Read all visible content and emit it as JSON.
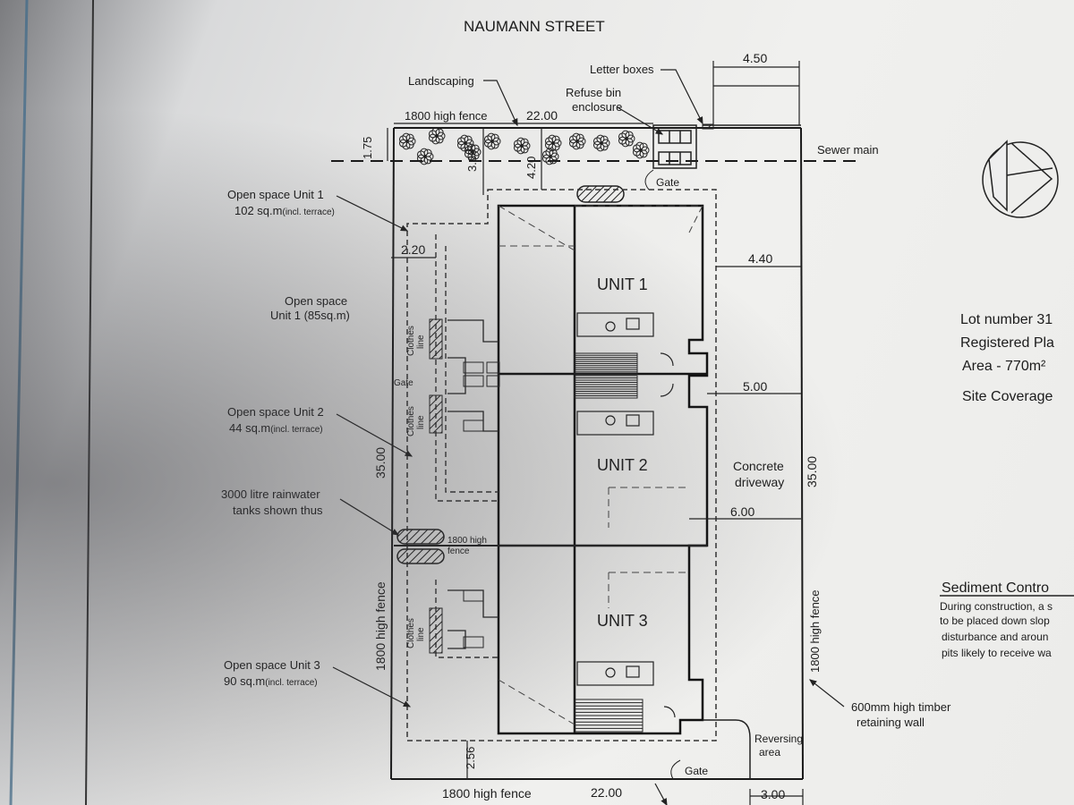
{
  "street": "NAUMANN STREET",
  "labels": {
    "landscaping": "Landscaping",
    "letter_boxes": "Letter boxes",
    "refuse_bin_1": "Refuse bin",
    "refuse_bin_2": "enclosure",
    "fence_top": "1800 high fence",
    "sewer_main": "Sewer main",
    "gate_top": "Gate",
    "gate_left": "Gate",
    "gate_bottom": "Gate",
    "open_u1_a": "Open space Unit 1",
    "open_u1_b": "102 sq.m",
    "open_u1_b_small": "(incl. terrace)",
    "open_u1_c": "Open space",
    "open_u1_d": "Unit 1 (85sq.m)",
    "open_u2_a": "Open space Unit 2",
    "open_u2_b": "44 sq.m",
    "open_u2_b_small": "(incl. terrace)",
    "tanks_a": "3000 litre rainwater",
    "tanks_b": "tanks shown thus",
    "open_u3_a": "Open space Unit 3",
    "open_u3_b": "90 sq.m",
    "open_u3_b_small": "(incl. terrace)",
    "fence_left": "1800 high fence",
    "fence_right": "1800 high fence",
    "fence_bottom": "1800 high fence",
    "fence_mid_a": "1800 high",
    "fence_mid_b": "fence",
    "clothes_a": "Clothes",
    "clothes_b": "line",
    "unit1": "UNIT 1",
    "unit2": "UNIT 2",
    "unit3": "UNIT 3",
    "concrete_a": "Concrete",
    "concrete_b": "driveway",
    "reversing_a": "Reversing",
    "reversing_b": "area",
    "retaining_a": "600mm high timber",
    "retaining_b": "retaining wall"
  },
  "dimensions": {
    "d450": "4.50",
    "d2200_top": "22.00",
    "d175": "1.75",
    "d360": "3.60",
    "d420": "4.20",
    "d220": "2.20",
    "d440": "4.40",
    "d500": "5.00",
    "d3500_left": "35.00",
    "d3500_right": "35.00",
    "d600": "6.00",
    "d256": "2.56",
    "d2200_bottom": "22.00",
    "d300": "3.00"
  },
  "info": {
    "lot": "Lot number 31",
    "registered": "Registered Pla",
    "area": "Area - 770m²",
    "coverage": "Site Coverage",
    "sediment_title": "Sediment Contro",
    "sediment_1": "During construction, a s",
    "sediment_2": "to be placed down slop",
    "sediment_3": "disturbance and aroun",
    "sediment_4": "pits likely to receive wa"
  },
  "icons": {
    "north_arrow": "north-arrow-icon",
    "tree": "tree-symbol-icon",
    "tank": "rainwater-tank-icon"
  },
  "colors": {
    "ink": "#1c1c1c",
    "paper": "#eeeeec",
    "border_blue": "#3e6a8a"
  }
}
